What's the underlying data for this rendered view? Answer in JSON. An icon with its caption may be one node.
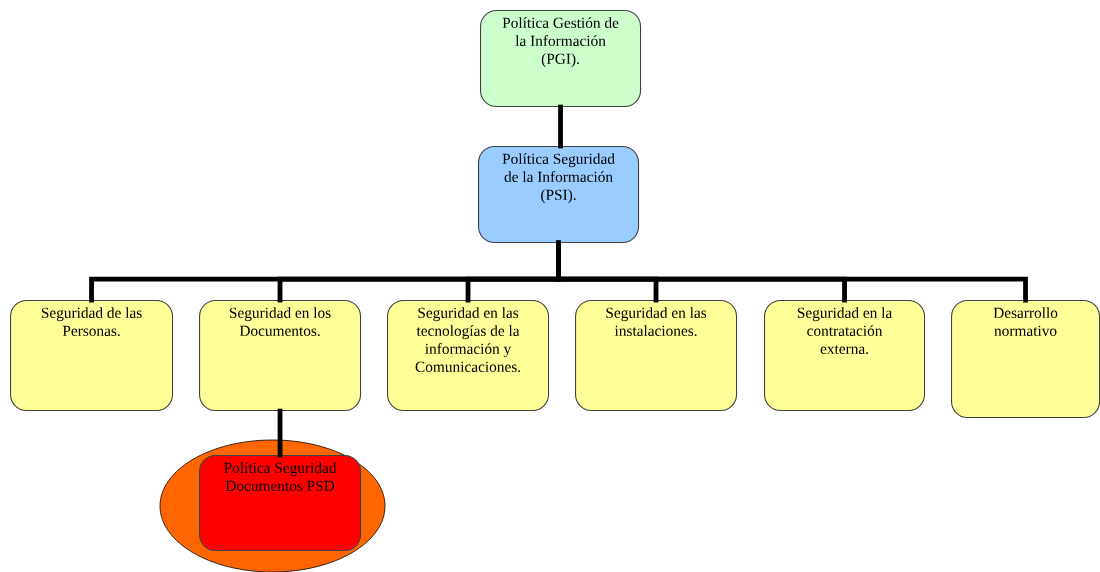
{
  "diagram": {
    "nodes": [
      {
        "text": [
          "Política Gestión de la Información (PGI)."
        ]
      },
      {
        "text": [
          "Política Seguridad de la Información (PSI)."
        ]
      },
      {
        "text": [
          "Seguridad de las Personas."
        ]
      },
      {
        "text": [
          "Seguridad en los Documentos."
        ]
      },
      {
        "text": [
          "Seguridad en las tecnologías de la información y Comunicaciones."
        ]
      },
      {
        "text": [
          "Seguridad en las instalaciones."
        ]
      },
      {
        "text": [
          "Seguridad en la contratación externa."
        ]
      },
      {
        "text": [
          "Desarrollo normativo"
        ]
      },
      {
        "text": [],
        "shape": "circle"
      },
      {
        "text": [
          "Política Seguridad Documentos PSD"
        ],
        "in": 8
      }
    ],
    "edges": [
      {
        "from": 0,
        "to": 1,
        "arrow": "none"
      },
      {
        "from": 1,
        "to": 2,
        "arrow": "none"
      },
      {
        "from": 1,
        "to": 3,
        "arrow": "none"
      },
      {
        "from": 1,
        "to": 4,
        "arrow": "none"
      },
      {
        "from": 1,
        "to": 5,
        "arrow": "none"
      },
      {
        "from": 1,
        "to": 6,
        "arrow": "none"
      },
      {
        "from": 1,
        "to": 7,
        "arrow": "none"
      },
      {
        "from": 3,
        "to": 9,
        "arrow": "none"
      }
    ]
  }
}
